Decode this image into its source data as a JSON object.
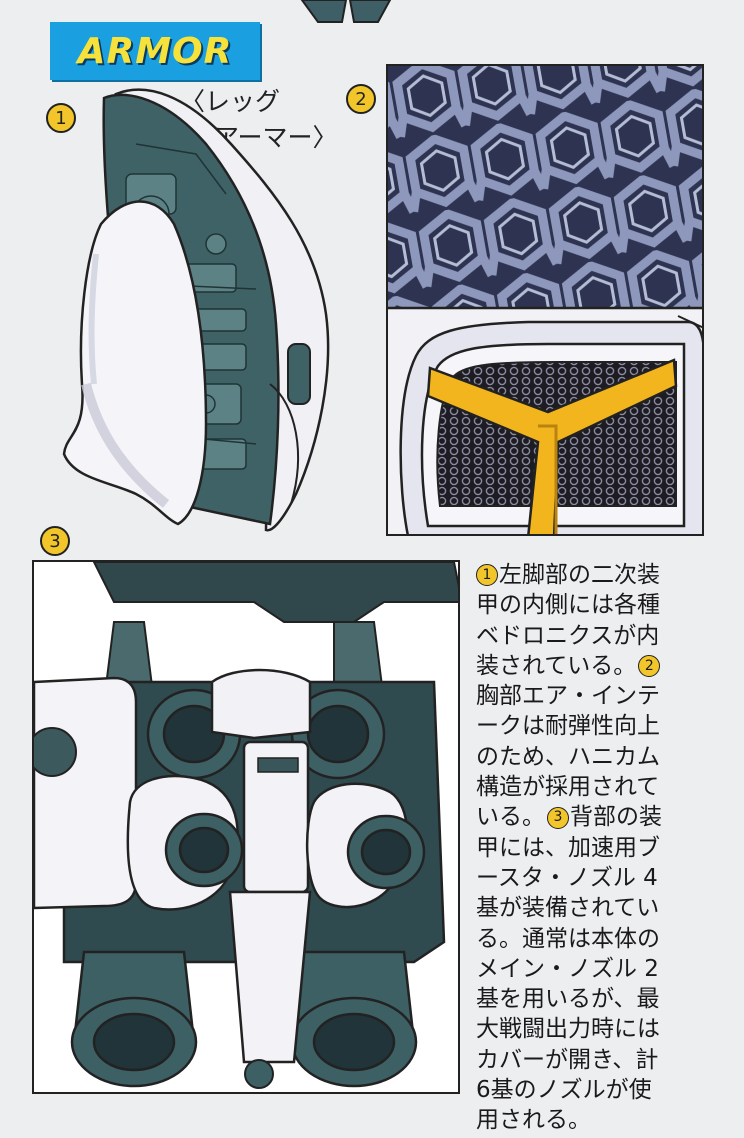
{
  "banner": {
    "title": "ARMOR"
  },
  "markers": {
    "one": "1",
    "two": "2",
    "three": "3"
  },
  "leg_caption": {
    "line1": "〈レッグ",
    "line2": "アーマー〉"
  },
  "description": {
    "lines": [
      {
        "badge": "1",
        "text": "左脚部の二次装"
      },
      {
        "badge": "",
        "text": "甲の内側には各種"
      },
      {
        "badge": "",
        "text": "ベドロニクスが内"
      },
      {
        "badge": "",
        "text": "装されている。",
        "trailing_badge": "2"
      },
      {
        "badge": "",
        "text": "胸部エア・インテ"
      },
      {
        "badge": "",
        "text": "ークは耐弾性向上"
      },
      {
        "badge": "",
        "text": "のため、ハニカム"
      },
      {
        "badge": "",
        "text": "構造が採用されて"
      },
      {
        "badge": "",
        "text": "いる。",
        "trailing_badge": "3",
        "trailing_text": "背部の装"
      },
      {
        "badge": "",
        "text": "甲には、加速用ブ"
      },
      {
        "badge": "",
        "text": "ースタ・ノズル 4"
      },
      {
        "badge": "",
        "text": "基が装備されてい"
      },
      {
        "badge": "",
        "text": "る。通常は本体の"
      },
      {
        "badge": "",
        "text": "メイン・ノズル 2"
      },
      {
        "badge": "",
        "text": "基を用いるが、最"
      },
      {
        "badge": "",
        "text": "大戦闘出力時には"
      },
      {
        "badge": "",
        "text": "カバーが開き、計"
      },
      {
        "badge": "",
        "text": "6基のノズルが使"
      },
      {
        "badge": "",
        "text": "用される。"
      }
    ]
  },
  "colors": {
    "banner_bg": "#1aa0e0",
    "banner_text": "#f6e23a",
    "badge": "#f2c62a",
    "armor_white": "#f4f4f8",
    "armor_shadow": "#c9cbd8",
    "mech_dark": "#2f4f52",
    "mech_mid": "#4f7175",
    "honeycomb": "#8a96b8",
    "intake_yellow": "#f2b51e"
  }
}
